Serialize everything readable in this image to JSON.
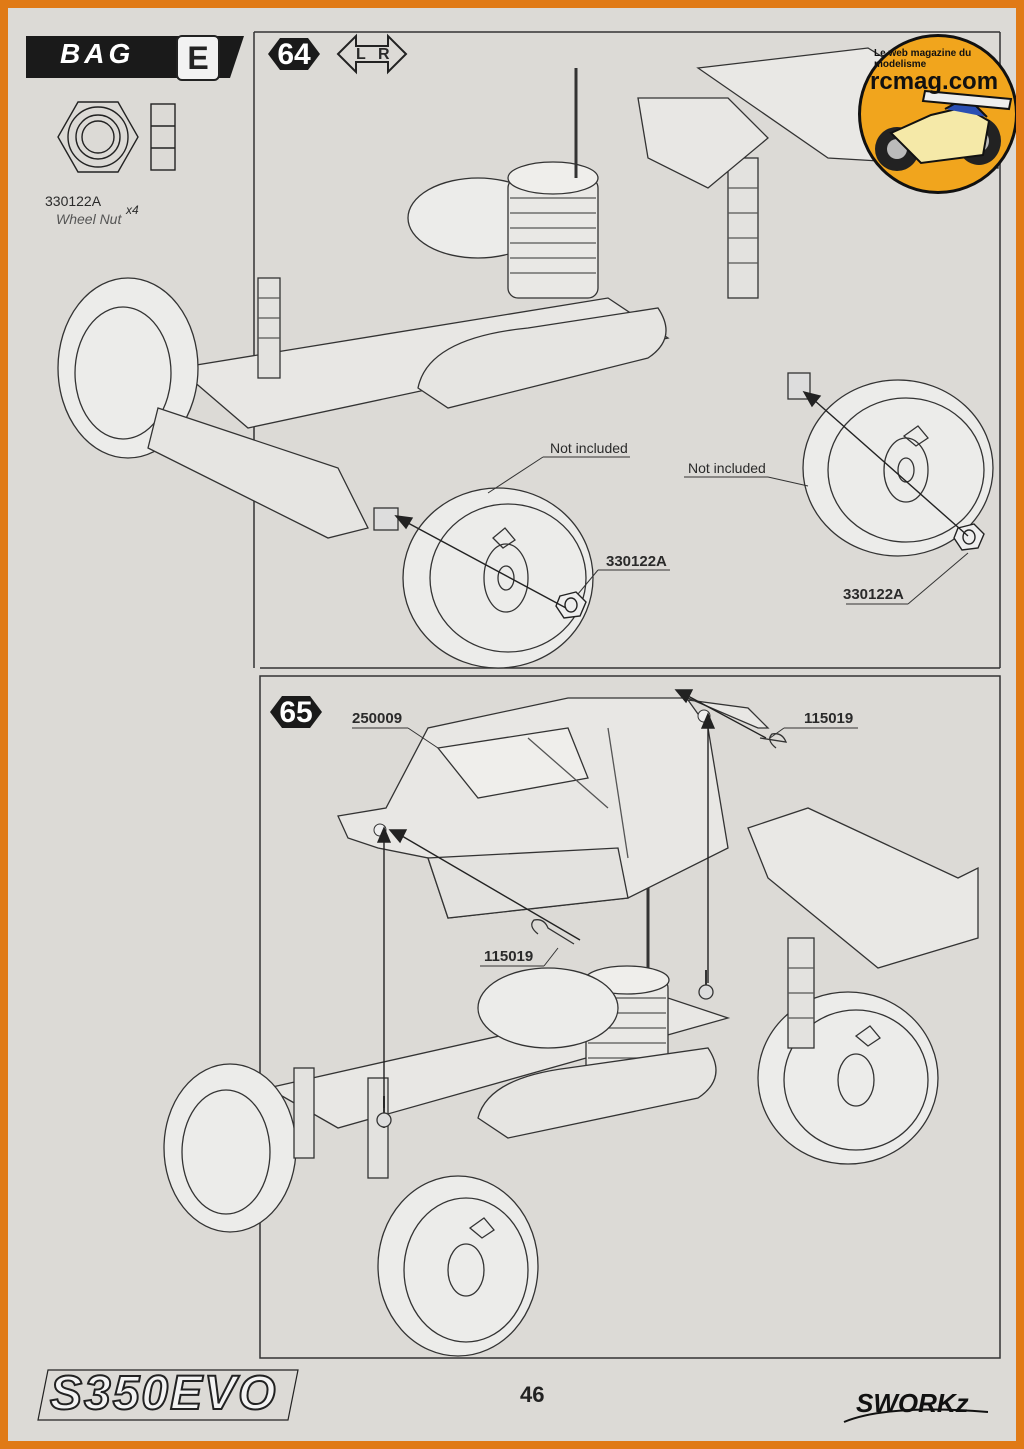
{
  "header": {
    "bag_label": "BAG",
    "bag_letter": "E"
  },
  "step64": {
    "number": "64",
    "side_left": "L",
    "side_right": "R",
    "part_code": "330122A",
    "part_name": "Wheel Nut",
    "part_qty": "x4",
    "not_included_left": "Not included",
    "not_included_right": "Not included",
    "callout_left": "330122A",
    "callout_right": "330122A"
  },
  "step65": {
    "number": "65",
    "body_code": "250009",
    "clip_top": "115019",
    "clip_bottom": "115019"
  },
  "footer": {
    "model": "S350EVO",
    "page_number": "46",
    "brand": "SWORKz"
  },
  "watermark": {
    "tagline": "Le web magazine du modelisme",
    "site": "rcmag.com"
  },
  "colors": {
    "frame": "#e07a16",
    "paper": "#dcdad6",
    "ink": "#2a2a2a",
    "badge": "#f1a51d"
  }
}
